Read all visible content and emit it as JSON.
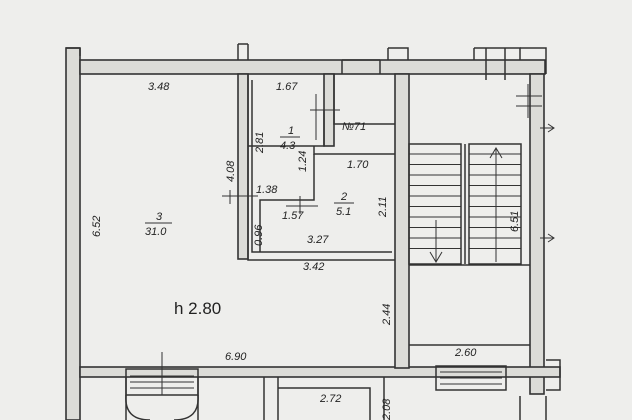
{
  "dimensions": {
    "d_348": "3.48",
    "d_167": "1.67",
    "d_281": "2.81",
    "d_408": "4.08",
    "d_124": "1.24",
    "d_170": "1.70",
    "d_138": "1.38",
    "d_211": "2.11",
    "d_096": "0.96",
    "d_157": "1.57",
    "d_327": "3.27",
    "d_342": "3.42",
    "d_652": "6.52",
    "d_244": "2.44",
    "d_690": "6.90",
    "d_260": "2.60",
    "d_272": "2.72",
    "d_208": "2.08",
    "d_651": "6.51"
  },
  "rooms": {
    "room1": {
      "num": "1",
      "area": "4.3"
    },
    "room2": {
      "num": "2",
      "area": "5.1"
    },
    "room3": {
      "num": "3",
      "area": "31.0"
    }
  },
  "labels": {
    "no71": "№71",
    "height": "h 2.80"
  }
}
